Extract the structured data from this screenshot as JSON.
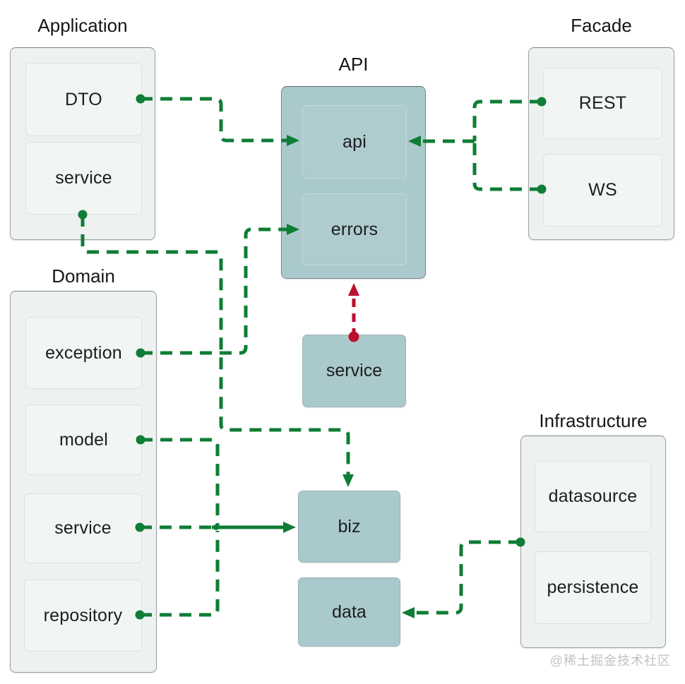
{
  "colors": {
    "connector_green": "#0e7d35",
    "connector_red": "#bb0f2f",
    "panel_fill": "#edf1f0",
    "panel_border": "#9aa2a2",
    "module_fill": "#aac9cd"
  },
  "panels": {
    "application": {
      "title": "Application",
      "items": {
        "dto": "DTO",
        "service": "service"
      }
    },
    "api": {
      "title": "API",
      "items": {
        "api": "api",
        "errors": "errors"
      }
    },
    "facade": {
      "title": "Facade",
      "items": {
        "rest": "REST",
        "ws": "WS"
      }
    },
    "domain": {
      "title": "Domain",
      "items": {
        "exception": "exception",
        "model": "model",
        "service": "service",
        "repository": "repository"
      }
    },
    "infrastructure": {
      "title": "Infrastructure",
      "items": {
        "datasource": "datasource",
        "persistence": "persistence"
      }
    }
  },
  "modules": {
    "service": "service",
    "biz": "biz",
    "data": "data"
  },
  "watermark": "@稀土掘金技术社区"
}
